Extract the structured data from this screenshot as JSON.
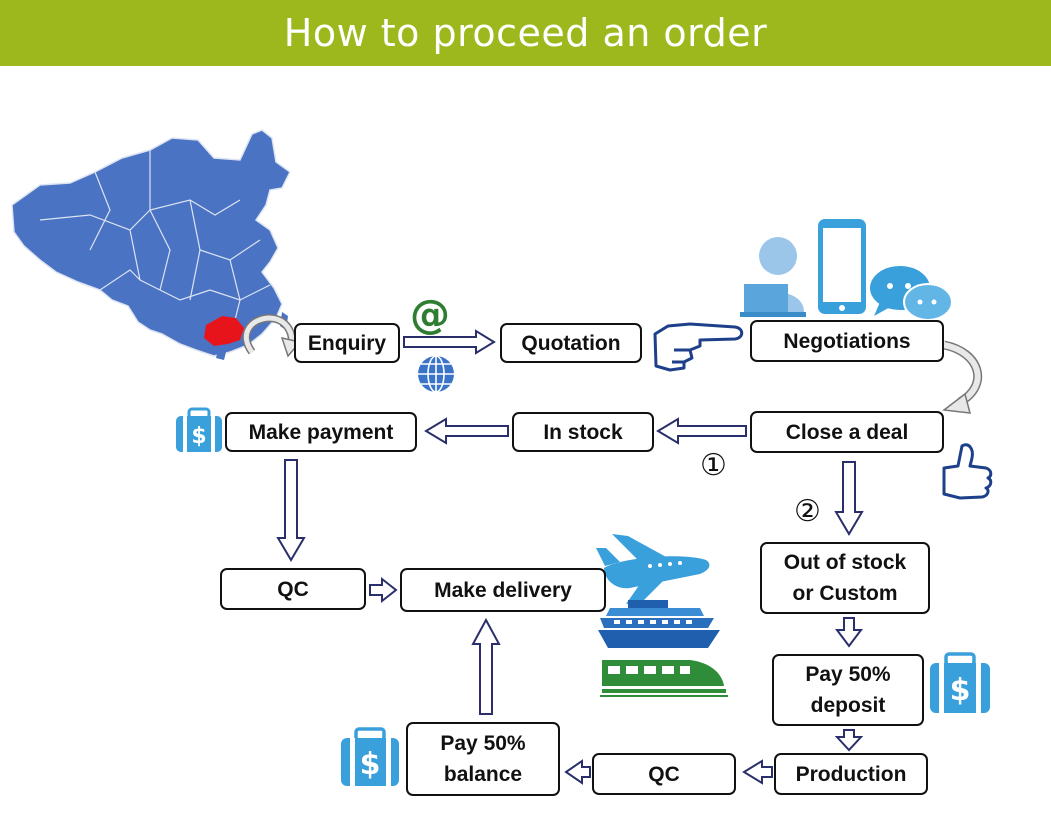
{
  "title": "How to proceed an order",
  "colors": {
    "banner": "#9db81c",
    "map_fill": "#4a73c4",
    "highlight": "#e8141b",
    "icon_blue": "#3aa0dc",
    "train_green": "#2f8d3a",
    "arrow": "#2a2f6b"
  },
  "steps": {
    "enquiry": "Enquiry",
    "quotation": "Quotation",
    "negotiations": "Negotiations",
    "close_deal": "Close a deal",
    "in_stock": "In stock",
    "make_payment": "Make payment",
    "qc_top": "QC",
    "make_delivery": "Make delivery",
    "out_of_stock_l1": "Out of stock",
    "out_of_stock_l2": "or Custom",
    "deposit_l1": "Pay 50%",
    "deposit_l2": "deposit",
    "production": "Production",
    "qc_bottom": "QC",
    "balance_l1": "Pay 50%",
    "balance_l2": "balance"
  },
  "markers": {
    "option_1": "①",
    "option_2": "②",
    "email": "@"
  },
  "icons": [
    "china-map-icon",
    "globe-icon",
    "pointing-hand-icon",
    "person-laptop-icon",
    "smartphone-icon",
    "chat-bubbles-icon",
    "thumbs-up-icon",
    "money-case-icon",
    "airplane-icon",
    "cruise-ship-icon",
    "train-icon"
  ]
}
